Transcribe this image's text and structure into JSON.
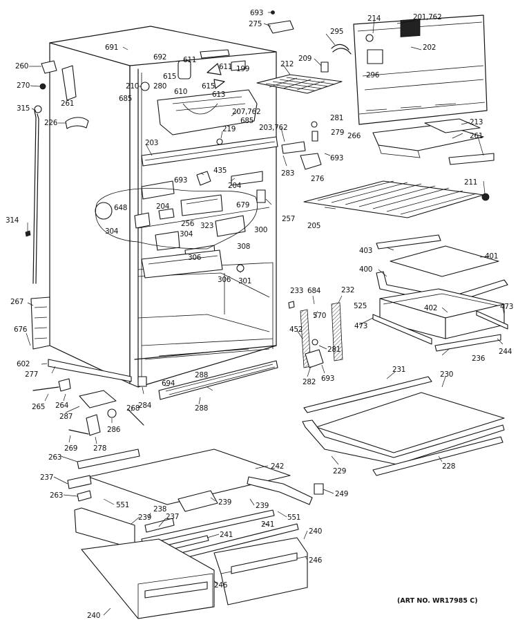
{
  "art_number": "(ART NO. WR17985 C)",
  "callouts": [
    {
      "label": "693"
    },
    {
      "label": "275"
    },
    {
      "label": "214"
    },
    {
      "label": "201,762"
    },
    {
      "label": "691"
    },
    {
      "label": "692"
    },
    {
      "label": "611"
    },
    {
      "label": "295"
    },
    {
      "label": "202"
    },
    {
      "label": "260"
    },
    {
      "label": "615"
    },
    {
      "label": "611"
    },
    {
      "label": "199"
    },
    {
      "label": "209"
    },
    {
      "label": "296"
    },
    {
      "label": "270"
    },
    {
      "label": "210"
    },
    {
      "label": "280"
    },
    {
      "label": "610"
    },
    {
      "label": "615"
    },
    {
      "label": "613"
    },
    {
      "label": "212"
    },
    {
      "label": "261"
    },
    {
      "label": "685"
    },
    {
      "label": "207,762"
    },
    {
      "label": "315"
    },
    {
      "label": "226"
    },
    {
      "label": "685"
    },
    {
      "label": "281"
    },
    {
      "label": "219"
    },
    {
      "label": "279"
    },
    {
      "label": "213"
    },
    {
      "label": "203,762"
    },
    {
      "label": "266"
    },
    {
      "label": "261"
    },
    {
      "label": "203"
    },
    {
      "label": "693"
    },
    {
      "label": "435"
    },
    {
      "label": "283"
    },
    {
      "label": "693"
    },
    {
      "label": "204"
    },
    {
      "label": "276"
    },
    {
      "label": "211"
    },
    {
      "label": "648"
    },
    {
      "label": "204"
    },
    {
      "label": "679"
    },
    {
      "label": "257"
    },
    {
      "label": "314"
    },
    {
      "label": "304"
    },
    {
      "label": "256"
    },
    {
      "label": "323"
    },
    {
      "label": "300"
    },
    {
      "label": "205"
    },
    {
      "label": "304"
    },
    {
      "label": "308"
    },
    {
      "label": "403"
    },
    {
      "label": "401"
    },
    {
      "label": "306"
    },
    {
      "label": "400"
    },
    {
      "label": "306"
    },
    {
      "label": "301"
    },
    {
      "label": "233"
    },
    {
      "label": "684"
    },
    {
      "label": "232"
    },
    {
      "label": "267"
    },
    {
      "label": "525"
    },
    {
      "label": "402"
    },
    {
      "label": "473"
    },
    {
      "label": "570"
    },
    {
      "label": "473"
    },
    {
      "label": "452"
    },
    {
      "label": "676"
    },
    {
      "label": "281"
    },
    {
      "label": "244"
    },
    {
      "label": "602"
    },
    {
      "label": "236"
    },
    {
      "label": "277"
    },
    {
      "label": "288"
    },
    {
      "label": "694"
    },
    {
      "label": "282"
    },
    {
      "label": "693"
    },
    {
      "label": "231"
    },
    {
      "label": "230"
    },
    {
      "label": "265"
    },
    {
      "label": "264"
    },
    {
      "label": "284"
    },
    {
      "label": "288"
    },
    {
      "label": "268"
    },
    {
      "label": "287"
    },
    {
      "label": "286"
    },
    {
      "label": "269"
    },
    {
      "label": "278"
    },
    {
      "label": "263"
    },
    {
      "label": "229"
    },
    {
      "label": "228"
    },
    {
      "label": "242"
    },
    {
      "label": "237"
    },
    {
      "label": "249"
    },
    {
      "label": "263"
    },
    {
      "label": "239"
    },
    {
      "label": "551"
    },
    {
      "label": "239"
    },
    {
      "label": "239"
    },
    {
      "label": "238"
    },
    {
      "label": "237"
    },
    {
      "label": "551"
    },
    {
      "label": "241"
    },
    {
      "label": "241"
    },
    {
      "label": "240"
    },
    {
      "label": "246"
    },
    {
      "label": "246"
    },
    {
      "label": "240"
    }
  ]
}
